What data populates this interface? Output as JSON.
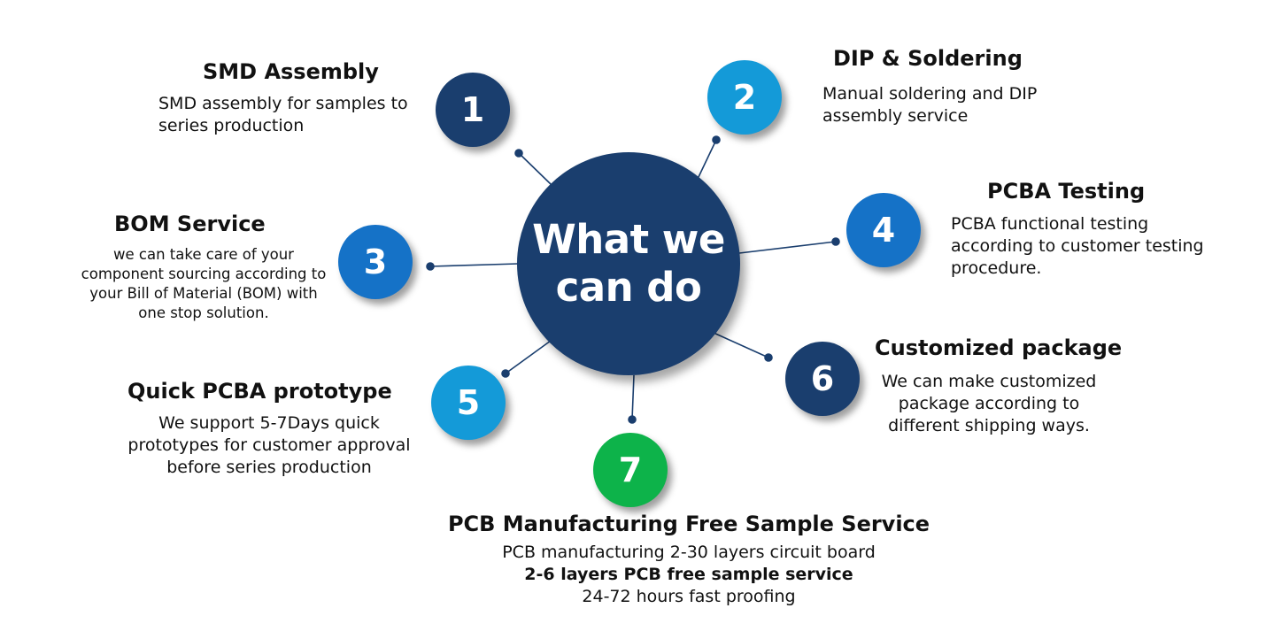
{
  "hub": {
    "title": "What we\ncan do",
    "color": "#1a3e6e"
  },
  "colors": {
    "dark_blue": "#1a3e6e",
    "medium_blue": "#1572c7",
    "light_blue": "#149ad8",
    "green": "#0db34a",
    "connector": "#1a3e6e"
  },
  "services": [
    {
      "number": "1",
      "title": "SMD Assembly",
      "lines": [
        "SMD assembly for samples to",
        "series production"
      ],
      "color": "#1a3e6e"
    },
    {
      "number": "2",
      "title": "DIP & Soldering",
      "lines": [
        "Manual soldering and DIP",
        "assembly service"
      ],
      "color": "#149ad8"
    },
    {
      "number": "3",
      "title": "BOM Service",
      "lines": [
        "we can take care of your",
        "component sourcing according to",
        "your Bill of Material (BOM) with",
        "one stop solution."
      ],
      "color": "#1572c7"
    },
    {
      "number": "4",
      "title": "PCBA Testing",
      "lines": [
        "PCBA functional testing",
        "according to customer testing",
        "procedure."
      ],
      "color": "#1572c7"
    },
    {
      "number": "5",
      "title": "Quick PCBA prototype",
      "lines": [
        "We support 5-7Days quick",
        "prototypes for customer approval",
        "before series production"
      ],
      "color": "#149ad8"
    },
    {
      "number": "6",
      "title": "Customized package",
      "lines": [
        "We can make customized",
        "package according to",
        "different shipping ways."
      ],
      "color": "#1a3e6e"
    },
    {
      "number": "7",
      "title": "PCB Manufacturing Free Sample Service",
      "lines": [
        "PCB manufacturing 2-30 layers circuit board",
        "2-6 layers PCB free sample service",
        "24-72 hours fast proofing"
      ],
      "color": "#0db34a"
    }
  ]
}
